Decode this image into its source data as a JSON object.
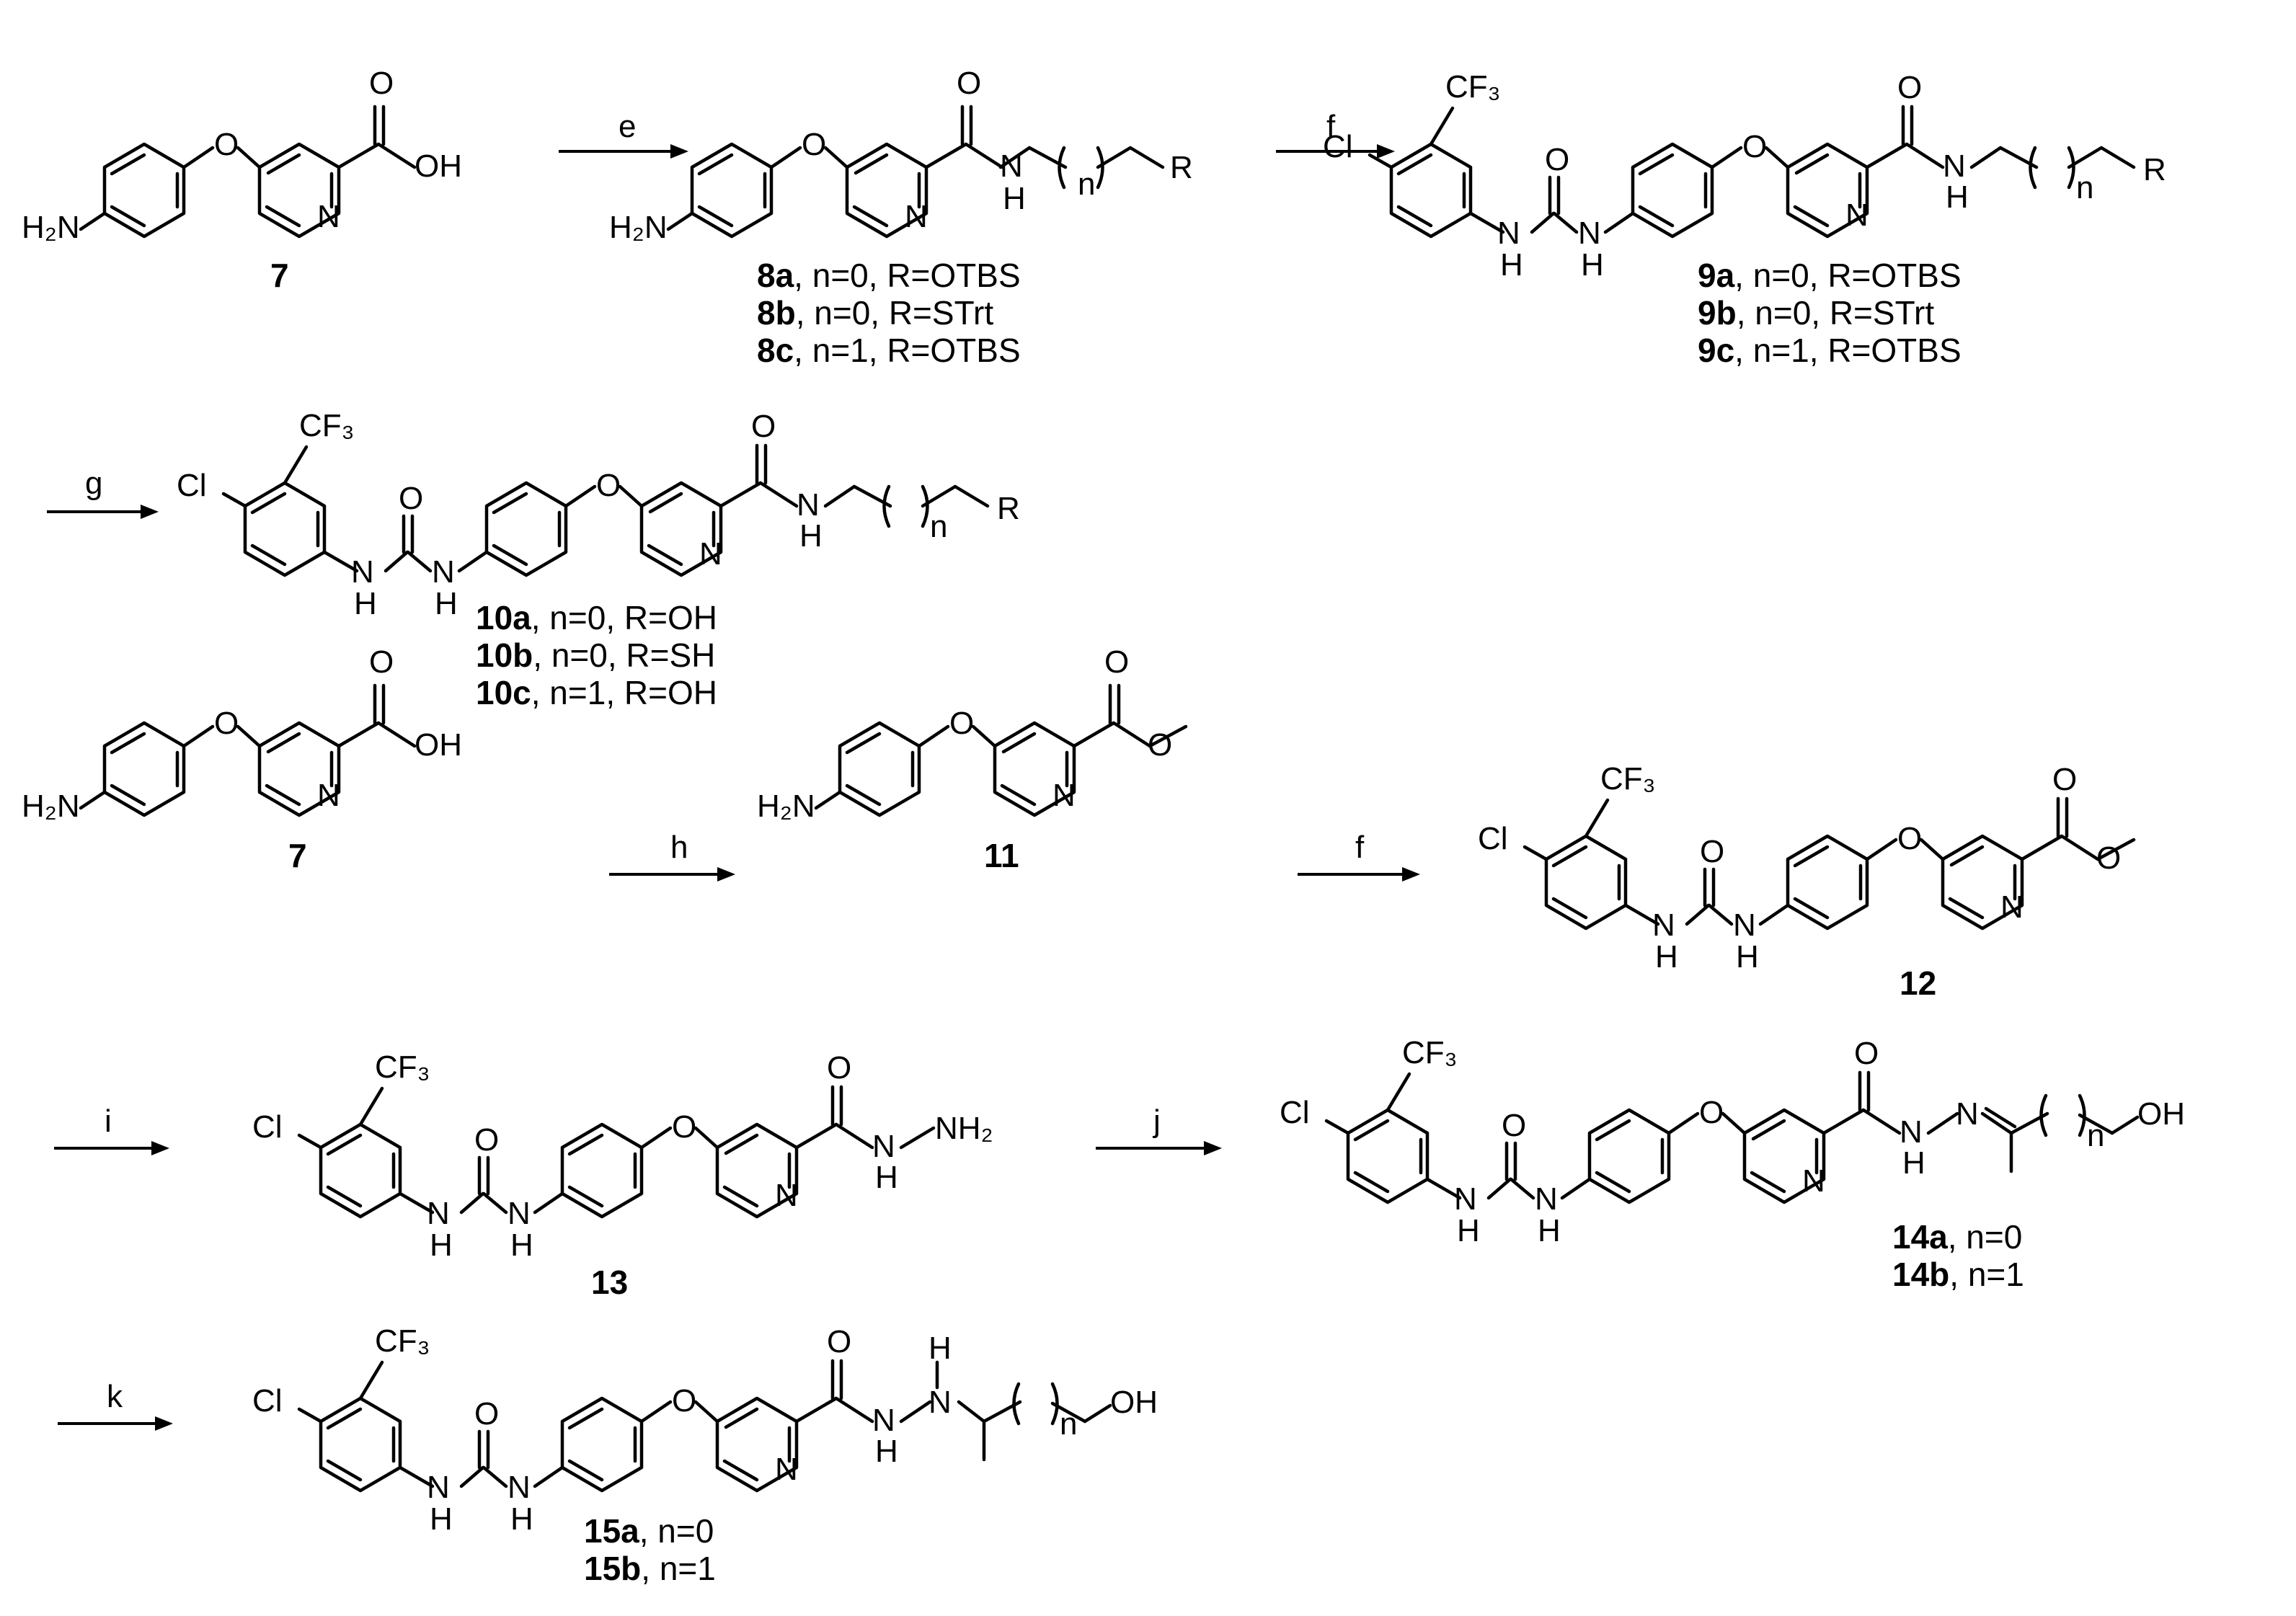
{
  "atoms": {
    "O": "O",
    "OH": "OH",
    "N": "N",
    "H": "H",
    "H2N": "H₂N",
    "Cl": "Cl",
    "CF3": "CF₃",
    "R": "R",
    "n": "n",
    "NH2": "NH₂"
  },
  "reagents": [
    "e",
    "f",
    "g",
    "h",
    "f",
    "i",
    "j",
    "k"
  ],
  "compounds": {
    "c7": "7",
    "c11": "11",
    "c12": "12",
    "c13": "13",
    "c8": [
      {
        "id": "8a",
        "desc": ", n=0, R=OTBS"
      },
      {
        "id": "8b",
        "desc": ", n=0, R=STrt"
      },
      {
        "id": "8c",
        "desc": ", n=1, R=OTBS"
      }
    ],
    "c9": [
      {
        "id": "9a",
        "desc": ", n=0, R=OTBS"
      },
      {
        "id": "9b",
        "desc": ", n=0, R=STrt"
      },
      {
        "id": "9c",
        "desc": ", n=1, R=OTBS"
      }
    ],
    "c10": [
      {
        "id": "10a",
        "desc": ", n=0, R=OH"
      },
      {
        "id": "10b",
        "desc": ", n=0, R=SH"
      },
      {
        "id": "10c",
        "desc": ", n=1, R=OH"
      }
    ],
    "c14": [
      {
        "id": "14a",
        "desc": ", n=0"
      },
      {
        "id": "14b",
        "desc": ", n=1"
      }
    ],
    "c15": [
      {
        "id": "15a",
        "desc": ", n=0"
      },
      {
        "id": "15b",
        "desc": ", n=1"
      }
    ]
  }
}
